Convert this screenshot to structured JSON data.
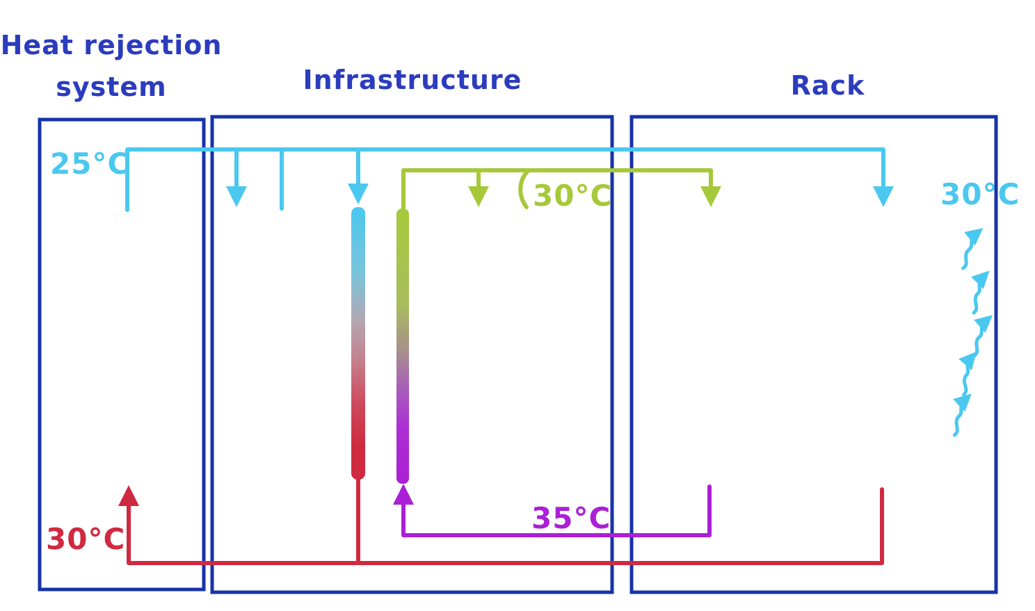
{
  "diagram": {
    "boxes": {
      "heat_rejection": {
        "title_line1": "Heat rejection",
        "title_line2": "system"
      },
      "infrastructure": {
        "title": "Infrastructure"
      },
      "rack": {
        "title": "Rack"
      }
    },
    "temps": {
      "primary_supply": "25°C",
      "primary_return": "30°C",
      "secondary_supply": "30°C",
      "secondary_return": "35°C",
      "rack_air_out": "30°C"
    },
    "colors": {
      "box": "#1733a8",
      "title": "#2b3cbe",
      "cyan": "#4ac8ef",
      "green": "#a6c93a",
      "red": "#d02a40",
      "purple": "#ab1fd6"
    }
  }
}
